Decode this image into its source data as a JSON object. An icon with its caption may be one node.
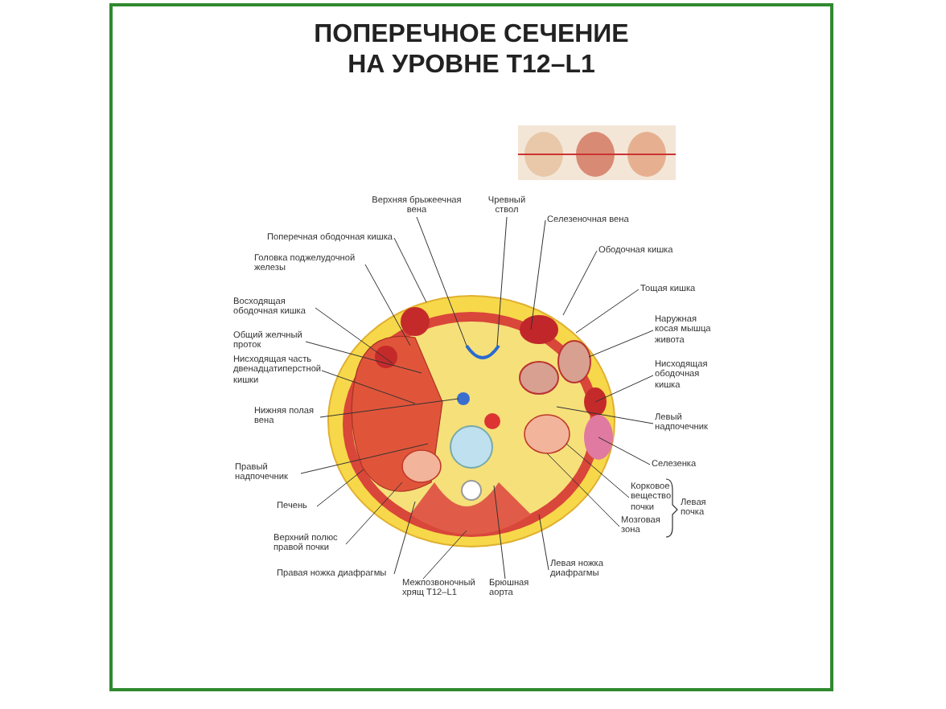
{
  "diagram": {
    "title": "ПОПЕРЕЧНОЕ СЕЧЕНИЕ НА УРОВНЕ Т12–L1",
    "nodes": [
      {
        "text": [
          "Верхняя брыжеечная вена"
        ]
      },
      {
        "text": [
          "Чревный ствол"
        ]
      },
      {
        "text": [
          "Селезеночная вена"
        ]
      },
      {
        "text": [
          "Поперечная ободочная кишка"
        ]
      },
      {
        "text": [
          "Головка поджелудочной железы"
        ]
      },
      {
        "text": [
          "Ободочная кишка"
        ]
      },
      {
        "text": [
          "Тощая кишка"
        ]
      },
      {
        "text": [
          "Восходящая ободочная кишка"
        ]
      },
      {
        "text": [
          "Наружная косая мышца живота"
        ]
      },
      {
        "text": [
          "Общий желчный проток"
        ]
      },
      {
        "text": [
          "Нисходящая ободочная кишка"
        ]
      },
      {
        "text": [
          "Нисходящая часть двенадцатиперстной кишки"
        ]
      },
      {
        "text": [
          "Нижняя полая вена"
        ]
      },
      {
        "text": [
          "Левый надпочечник"
        ]
      },
      {
        "text": [
          "Правый надпочечник"
        ]
      },
      {
        "text": [
          "Селезенка"
        ]
      },
      {
        "text": [
          "Печень"
        ]
      },
      {
        "text": [
          "Корковое вещество почки"
        ]
      },
      {
        "text": [
          "Мозговая зона"
        ]
      },
      {
        "text": [
          "Верхний полюс правой почки"
        ]
      },
      {
        "text": [
          "Правая ножка диафрагмы"
        ]
      },
      {
        "text": [
          "Межпозвоночный хрящ Т12–L1"
        ]
      },
      {
        "text": [
          "Брюшная аорта"
        ]
      },
      {
        "text": [
          "Левая ножка диафрагмы"
        ]
      }
    ],
    "edges": [
      {
        "from": 0,
        "to": null,
        "arrow": "none"
      },
      {
        "from": 1,
        "to": null,
        "arrow": "none"
      },
      {
        "from": 2,
        "to": null,
        "arrow": "none"
      },
      {
        "from": 3,
        "to": null,
        "arrow": "none"
      },
      {
        "from": 4,
        "to": null,
        "arrow": "none"
      },
      {
        "from": 5,
        "to": null,
        "arrow": "none"
      },
      {
        "from": 6,
        "to": null,
        "arrow": "none"
      },
      {
        "from": 7,
        "to": null,
        "arrow": "none"
      },
      {
        "from": 8,
        "to": null,
        "arrow": "none"
      },
      {
        "from": 9,
        "to": null,
        "arrow": "none"
      },
      {
        "from": 10,
        "to": null,
        "arrow": "none"
      },
      {
        "from": 11,
        "to": null,
        "arrow": "none"
      },
      {
        "from": 12,
        "to": null,
        "arrow": "none"
      },
      {
        "from": 13,
        "to": null,
        "arrow": "none"
      },
      {
        "from": 14,
        "to": null,
        "arrow": "none"
      },
      {
        "from": 15,
        "to": null,
        "arrow": "none"
      },
      {
        "from": 16,
        "to": null,
        "arrow": "none"
      },
      {
        "from": 17,
        "to": null,
        "arrow": "none"
      },
      {
        "from": 18,
        "to": null,
        "arrow": "none"
      },
      {
        "from": 19,
        "to": null,
        "arrow": "none"
      },
      {
        "from": 20,
        "to": null,
        "arrow": "none"
      },
      {
        "from": 21,
        "to": null,
        "arrow": "none"
      },
      {
        "from": 22,
        "to": null,
        "arrow": "none"
      },
      {
        "from": 23,
        "to": null,
        "arrow": "none"
      }
    ],
    "labels": [
      "Левая почка"
    ]
  }
}
